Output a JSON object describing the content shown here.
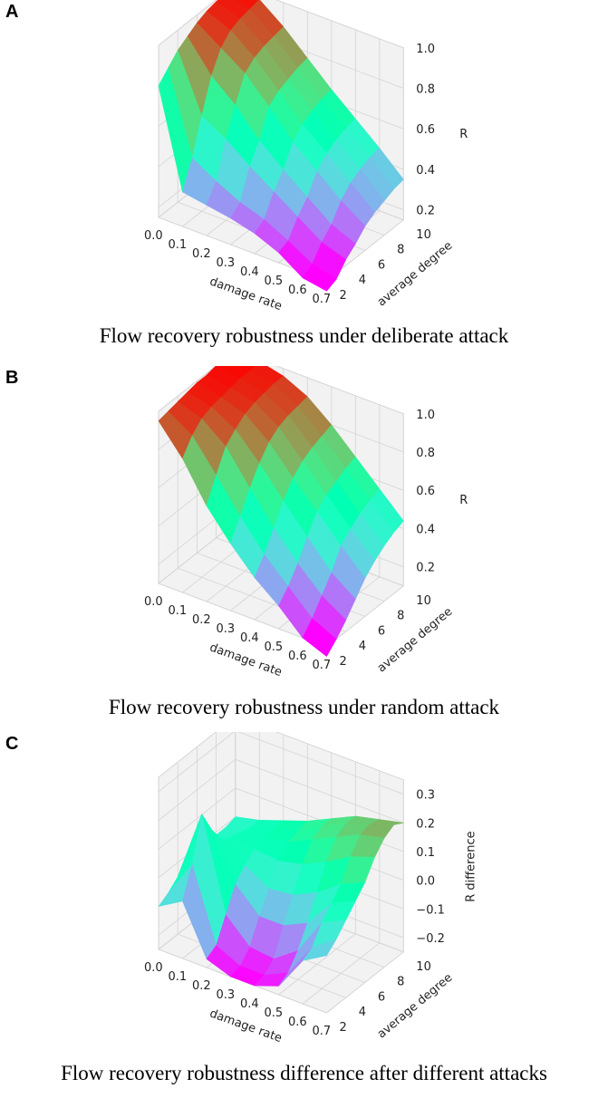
{
  "colors": {
    "pane": "#f2f2f2",
    "grid": "#d4d4d4",
    "axis": "#555555",
    "text": "#222222"
  },
  "chart_data": [
    {
      "panel": "A",
      "type": "surface3d",
      "caption": "Flow recovery robustness under deliberate attack",
      "xlabel": "damage rate",
      "ylabel": "average degree",
      "zlabel": "R",
      "x_ticks": [
        "0.0",
        "0.1",
        "0.2",
        "0.3",
        "0.4",
        "0.5",
        "0.6",
        "0.7"
      ],
      "y_ticks": [
        "2",
        "4",
        "6",
        "8",
        "10"
      ],
      "z_ticks": [
        "0.2",
        "0.4",
        "0.6",
        "0.8",
        "1.0"
      ],
      "x": [
        0.0,
        0.1,
        0.2,
        0.3,
        0.4,
        0.5,
        0.6,
        0.7
      ],
      "y": [
        2,
        3,
        4,
        5,
        6,
        7,
        8,
        9,
        10
      ],
      "zlim": [
        0.15,
        1.0
      ],
      "cmap": "rainbow",
      "z": [
        [
          0.8,
          0.32,
          0.3,
          0.28,
          0.25,
          0.2,
          0.12,
          0.1
        ],
        [
          0.85,
          0.45,
          0.38,
          0.32,
          0.28,
          0.22,
          0.15,
          0.12
        ],
        [
          0.9,
          0.62,
          0.55,
          0.46,
          0.38,
          0.3,
          0.22,
          0.18
        ],
        [
          0.93,
          0.78,
          0.68,
          0.55,
          0.45,
          0.36,
          0.27,
          0.22
        ],
        [
          0.96,
          0.88,
          0.8,
          0.68,
          0.55,
          0.45,
          0.35,
          0.27
        ],
        [
          0.98,
          0.93,
          0.84,
          0.72,
          0.6,
          0.5,
          0.4,
          0.3
        ],
        [
          0.99,
          0.95,
          0.86,
          0.74,
          0.63,
          0.53,
          0.43,
          0.32
        ],
        [
          0.99,
          0.96,
          0.87,
          0.76,
          0.65,
          0.55,
          0.45,
          0.34
        ],
        [
          1.0,
          0.97,
          0.88,
          0.77,
          0.66,
          0.56,
          0.46,
          0.35
        ]
      ]
    },
    {
      "panel": "B",
      "type": "surface3d",
      "caption": "Flow recovery robustness under random attack",
      "xlabel": "damage rate",
      "ylabel": "average degree",
      "zlabel": "R",
      "x_ticks": [
        "0.0",
        "0.1",
        "0.2",
        "0.3",
        "0.4",
        "0.5",
        "0.6",
        "0.7"
      ],
      "y_ticks": [
        "2",
        "4",
        "6",
        "8",
        "10"
      ],
      "z_ticks": [
        "0.2",
        "0.4",
        "0.6",
        "0.8",
        "1.0"
      ],
      "x": [
        0.0,
        0.1,
        0.2,
        0.3,
        0.4,
        0.5,
        0.6,
        0.7
      ],
      "y": [
        2,
        3,
        4,
        5,
        6,
        7,
        8,
        9,
        10
      ],
      "zlim": [
        0.1,
        1.0
      ],
      "cmap": "rainbow",
      "z": [
        [
          0.95,
          0.8,
          0.6,
          0.45,
          0.32,
          0.22,
          0.1,
          0.05
        ],
        [
          0.96,
          0.88,
          0.72,
          0.55,
          0.4,
          0.28,
          0.16,
          0.1
        ],
        [
          0.97,
          0.93,
          0.83,
          0.66,
          0.5,
          0.36,
          0.24,
          0.16
        ],
        [
          0.98,
          0.95,
          0.88,
          0.75,
          0.6,
          0.46,
          0.32,
          0.23
        ],
        [
          0.99,
          0.96,
          0.92,
          0.82,
          0.68,
          0.55,
          0.42,
          0.3
        ],
        [
          0.99,
          0.97,
          0.94,
          0.86,
          0.73,
          0.6,
          0.47,
          0.35
        ],
        [
          1.0,
          0.98,
          0.95,
          0.88,
          0.76,
          0.63,
          0.51,
          0.39
        ],
        [
          1.0,
          0.98,
          0.96,
          0.89,
          0.78,
          0.66,
          0.54,
          0.42
        ],
        [
          1.0,
          0.99,
          0.96,
          0.9,
          0.8,
          0.68,
          0.56,
          0.44
        ]
      ]
    },
    {
      "panel": "C",
      "type": "surface3d",
      "caption": "Flow recovery robustness difference after different attacks",
      "xlabel": "damage rate",
      "ylabel": "average degree",
      "zlabel": "R difference",
      "x_ticks": [
        "0.0",
        "0.1",
        "0.2",
        "0.3",
        "0.4",
        "0.5",
        "0.6",
        "0.7"
      ],
      "y_ticks": [
        "2",
        "4",
        "6",
        "8",
        "10"
      ],
      "z_ticks": [
        "−0.2",
        "−0.1",
        "0.0",
        "0.1",
        "0.2",
        "0.3"
      ],
      "x": [
        0.0,
        0.1,
        0.2,
        0.3,
        0.4,
        0.5,
        0.6,
        0.7
      ],
      "y": [
        2,
        3,
        4,
        5,
        6,
        7,
        8,
        9,
        10
      ],
      "zlim": [
        -0.25,
        0.35
      ],
      "cmap": "rainbow",
      "z": [
        [
          -0.1,
          -0.05,
          -0.22,
          -0.25,
          -0.25,
          -0.22,
          -0.1,
          -0.05
        ],
        [
          -0.08,
          0.05,
          -0.2,
          -0.24,
          -0.24,
          -0.2,
          -0.08,
          -0.02
        ],
        [
          -0.05,
          0.2,
          -0.12,
          -0.2,
          -0.21,
          -0.15,
          -0.02,
          0.02
        ],
        [
          -0.04,
          0.12,
          -0.04,
          -0.12,
          -0.12,
          -0.08,
          0.02,
          0.06
        ],
        [
          -0.03,
          0.06,
          0.0,
          -0.05,
          -0.04,
          0.0,
          0.06,
          0.1
        ],
        [
          -0.02,
          0.04,
          0.03,
          0.02,
          0.04,
          0.08,
          0.13,
          0.16
        ],
        [
          -0.01,
          0.03,
          0.05,
          0.06,
          0.1,
          0.14,
          0.18,
          0.2
        ],
        [
          -0.01,
          0.02,
          0.05,
          0.07,
          0.12,
          0.16,
          0.19,
          0.22
        ],
        [
          0.0,
          0.02,
          0.05,
          0.08,
          0.12,
          0.16,
          0.18,
          0.2
        ]
      ]
    }
  ]
}
